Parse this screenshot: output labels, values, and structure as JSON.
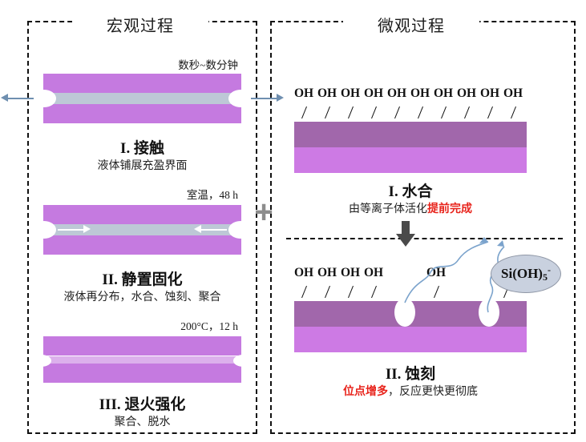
{
  "panels": {
    "left": {
      "title": "宏观过程"
    },
    "right": {
      "title": "微观过程"
    }
  },
  "connector": {
    "plus": "+",
    "arrow_icon": "down-arrow-icon"
  },
  "macro_steps": [
    {
      "condition": "数秒~数分钟",
      "title": "I. 接触",
      "subtitle": "液体铺展充盈界面",
      "interlayer": "liquid",
      "arrow_direction": "outward",
      "arrow_color": "#6f8fb0"
    },
    {
      "condition": "室温，48 h",
      "title": "II. 静置固化",
      "subtitle": "液体再分布，水合、蚀刻、聚合",
      "interlayer": "liquid",
      "arrow_direction": "inward",
      "arrow_color": "#ffffff"
    },
    {
      "condition": "200°C，12 h",
      "title": "III. 退火强化",
      "subtitle": "聚合、脱水",
      "interlayer": "bonded",
      "arrow_direction": "none",
      "arrow_color": "#ffffff"
    }
  ],
  "micro_steps": [
    {
      "title": "I. 水合",
      "subtitle_plain": "由等离子体活化",
      "subtitle_highlight": "提前完成",
      "oh_labels": [
        "OH",
        "OH",
        "OH",
        "OH",
        "OH",
        "OH",
        "OH",
        "OH",
        "OH",
        "OH"
      ],
      "oh_count": 10,
      "pits": 0
    },
    {
      "title": "II. 蚀刻",
      "subtitle_highlight": "位点增多",
      "subtitle_plain": "，反应更快更彻底",
      "oh_labels": [
        "OH",
        "OH",
        "OH",
        "OH",
        "OH",
        "OH"
      ],
      "oh_count": 6,
      "pits": 2,
      "species_label_prefix": "Si(OH)",
      "species_label_sub": "5",
      "species_label_sup": "-"
    }
  ],
  "colors": {
    "wafer_purple": "#c57ae0",
    "liquid_gray": "#bdc8d6",
    "bonded_layer": "#dcb0ec",
    "substrate_dark": "#a167ab",
    "substrate_light": "#cd7ae4",
    "species_bubble": "#c9d1df",
    "highlight_red": "#e8241c",
    "frame_black": "#111111",
    "plus_gray": "#8d8d8d"
  }
}
